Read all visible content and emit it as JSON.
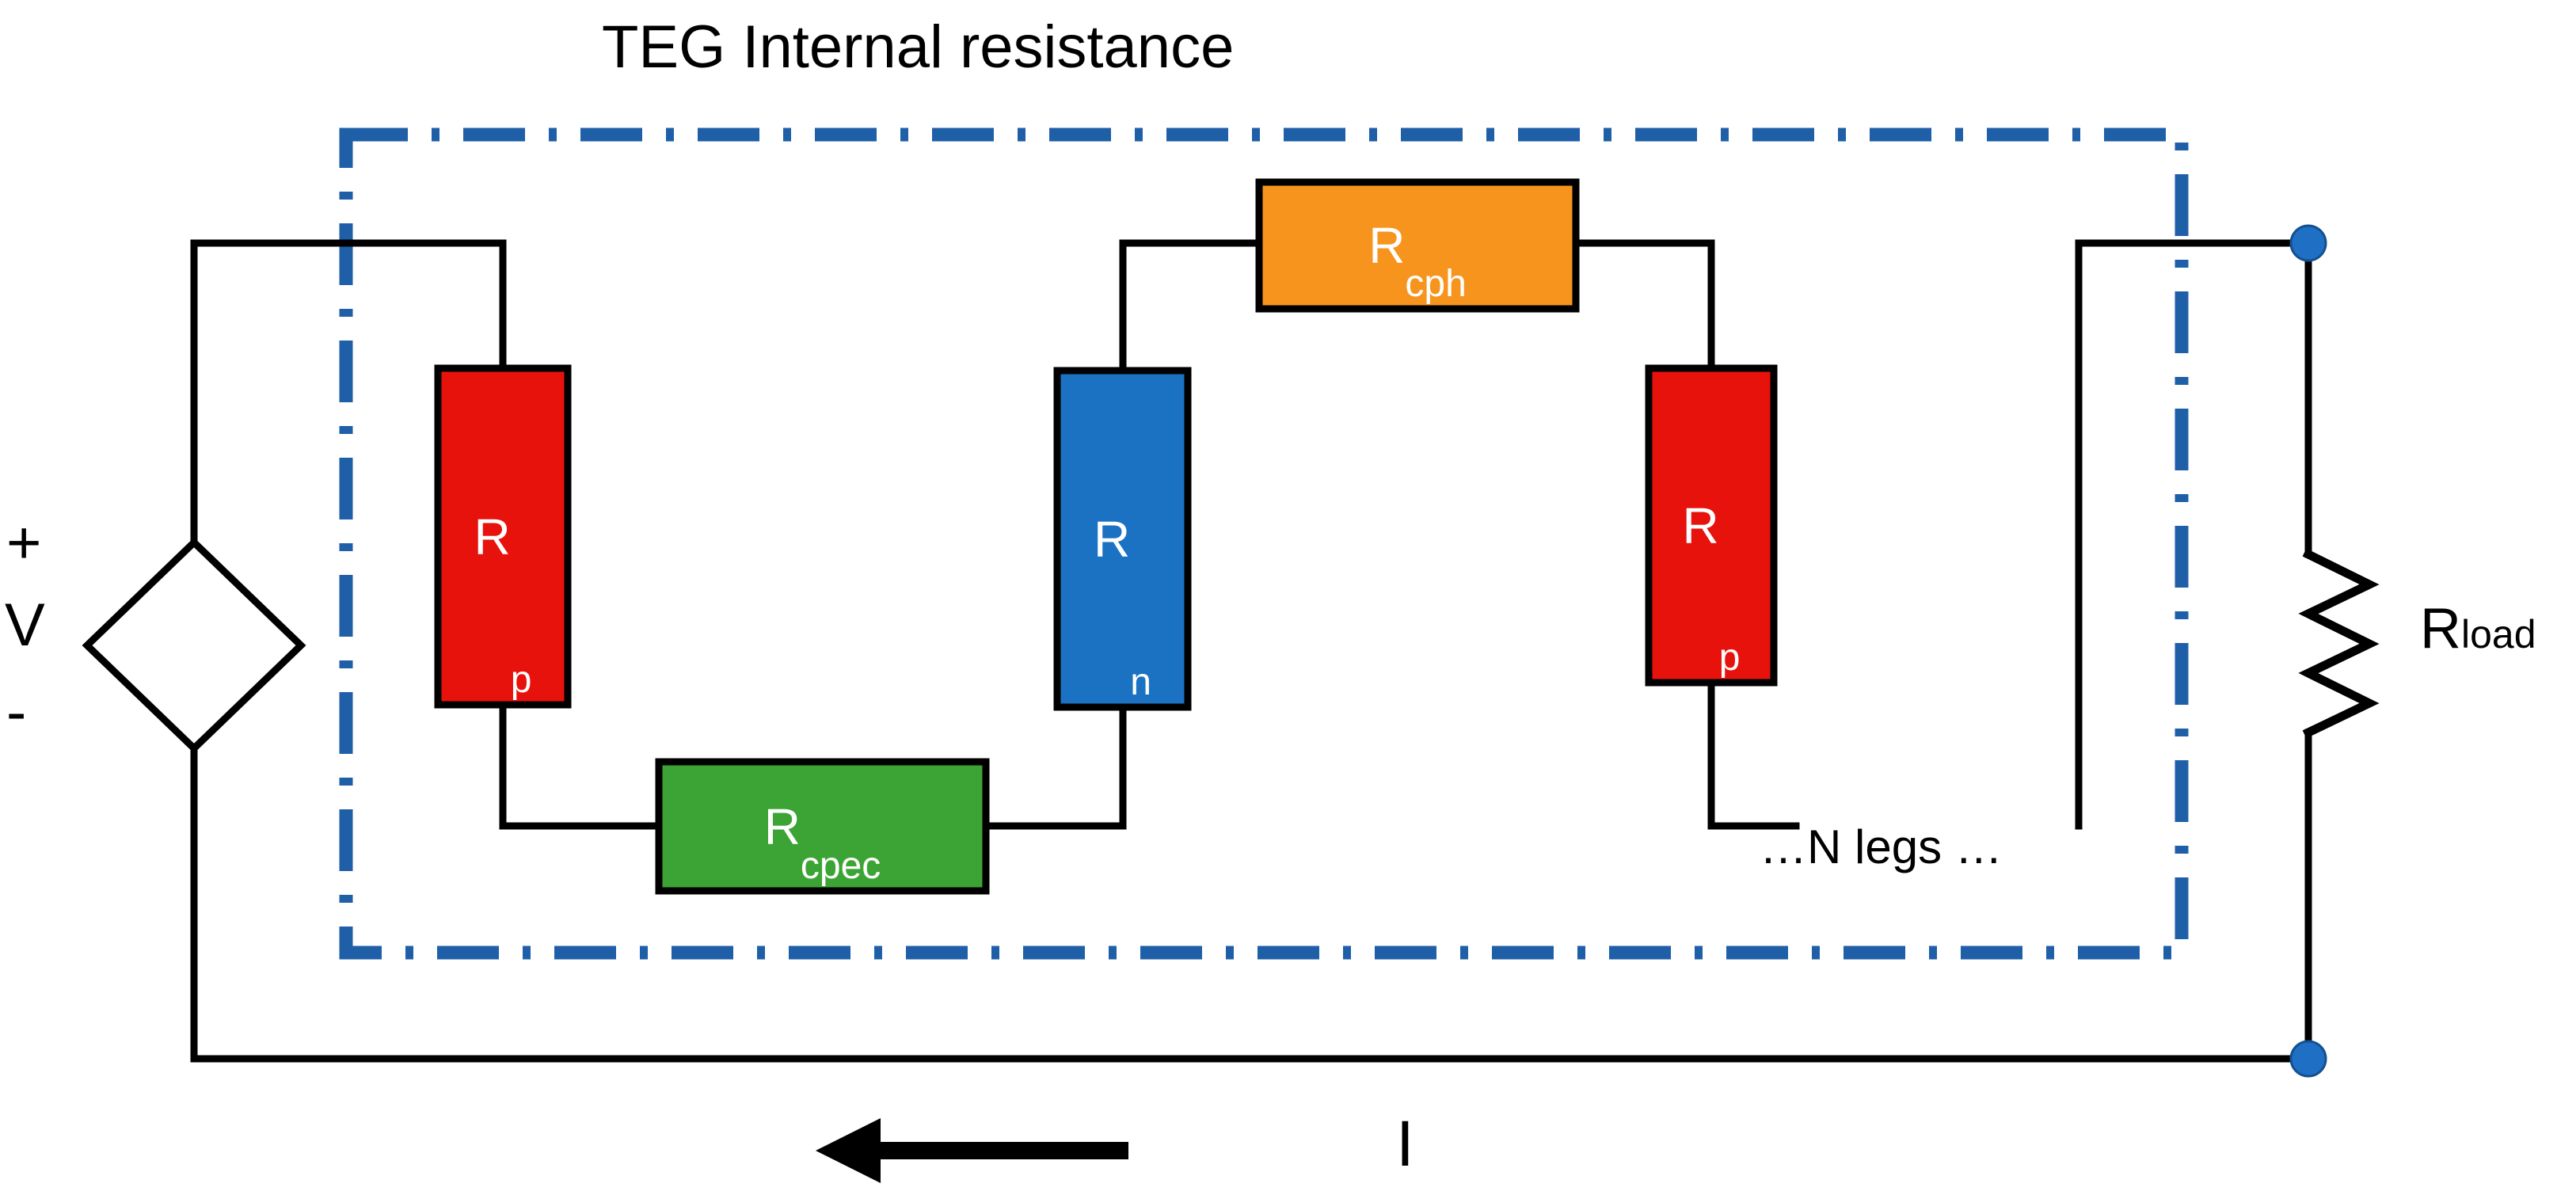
{
  "title": "TEG Internal resistance",
  "colors": {
    "dashed_box": "#1F5FA8",
    "wire": "#000000",
    "terminal_dot": "#1F6FC4",
    "rp": "#E8120C",
    "rn": "#1B72C2",
    "rcpec": "#3CA435",
    "rcph": "#F7941E",
    "label_text": "#FFFFFF",
    "background": "#FFFFFF"
  },
  "source": {
    "name": "voltage-source",
    "symbol": "diamond",
    "label": "V",
    "plus": "+",
    "minus": "-"
  },
  "components": {
    "rp_left": {
      "base": "R",
      "sub": "p",
      "full": "Rp",
      "color": "#E8120C"
    },
    "rn": {
      "base": "R",
      "sub": "n",
      "full": "Rn",
      "color": "#1B72C2"
    },
    "rp_right": {
      "base": "R",
      "sub": "p",
      "full": "Rp",
      "color": "#E8120C"
    },
    "rcpec": {
      "base": "R",
      "sub": "cpec",
      "full": "Rcpec",
      "color": "#3CA435"
    },
    "rcph": {
      "base": "R",
      "sub": "cph",
      "full": "Rcph",
      "color": "#F7941E"
    },
    "rload": {
      "base": "R",
      "sub": "load",
      "full": "Rload",
      "symbol": "zigzag"
    }
  },
  "annotations": {
    "n_legs": "…N legs …",
    "current": "I",
    "boundary_caption": "TEG Internal resistance"
  }
}
